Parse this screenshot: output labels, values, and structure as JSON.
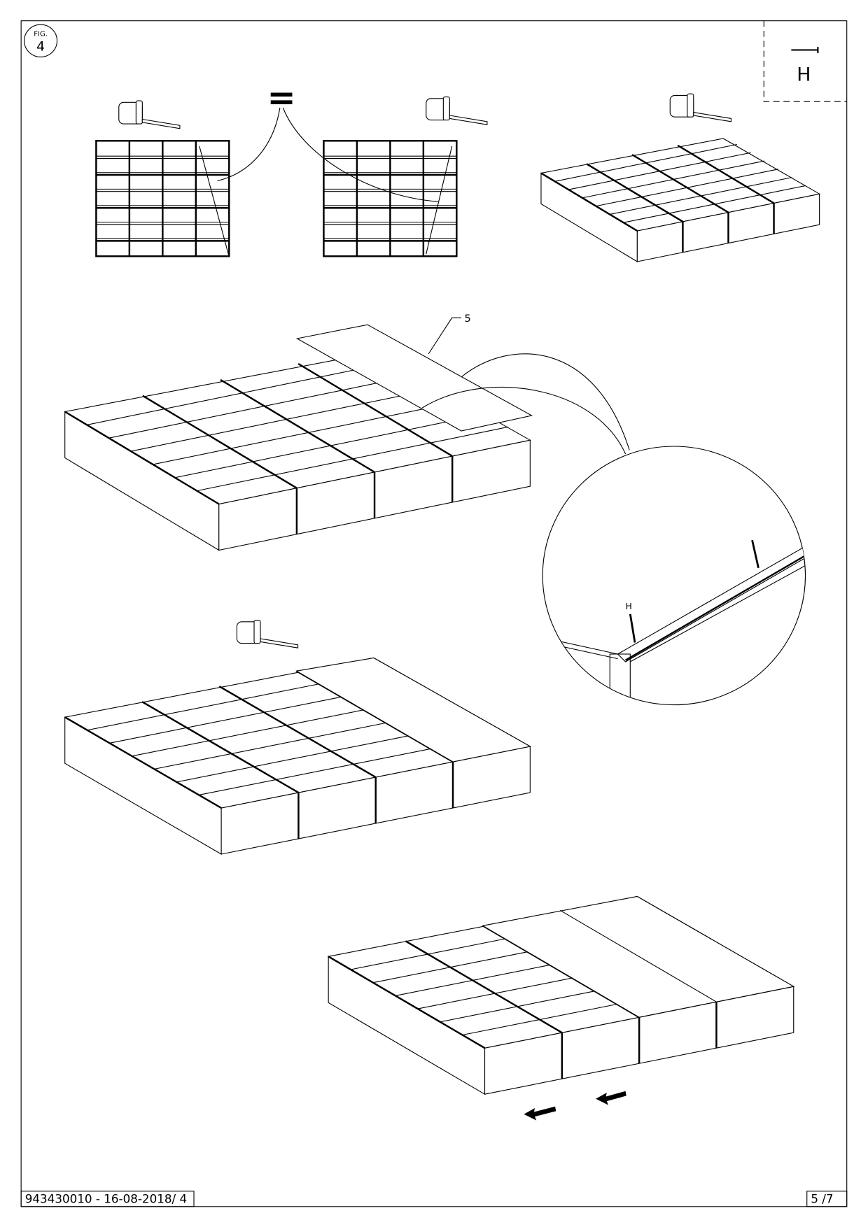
{
  "figure": {
    "label": "FIG.",
    "number": "4"
  },
  "fastener_box": {
    "letter": "H",
    "icon": "nail-icon"
  },
  "equals_sign": "=",
  "part_label": "5",
  "detail": {
    "fastener_label": "H"
  },
  "footer": {
    "doc_ref": "943430010 - 16-08-2018/ 4",
    "page": "5 /7"
  },
  "icons": [
    "tape-measure-icon",
    "nail-icon",
    "arrow-left-icon"
  ],
  "colors": {
    "line": "#000000",
    "background": "#ffffff"
  }
}
